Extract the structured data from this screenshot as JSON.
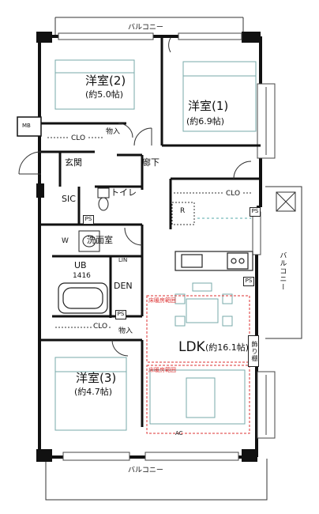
{
  "balconies": {
    "top": "バルコニー",
    "right": "バルコニー",
    "bottom": "バルコニー"
  },
  "rooms": {
    "western2": {
      "name": "洋室(2)",
      "area": "(約5.0帖)"
    },
    "western1": {
      "name": "洋室(1)",
      "area": "(約6.9帖)"
    },
    "western3": {
      "name": "洋室(3)",
      "area": "(約4.7帖)"
    },
    "ldk": {
      "name": "LDK",
      "area": "(約16.1帖)"
    },
    "entrance": "玄関",
    "corridor": "廊下",
    "sic": "SIC",
    "toilet": "トイレ",
    "washroom": "洗面室",
    "den": "DEN",
    "ub": {
      "name": "UB",
      "size": "1416"
    }
  },
  "storage": {
    "clo_top": "CLO",
    "clo_right": "CLO",
    "clo_bottom": "CLO",
    "monoire_top": "物入",
    "monoire_bottom": "物入",
    "lin": "LIN",
    "w": "W",
    "mb": "MB",
    "r": "R",
    "ac": "AC",
    "decor_shelf": "飾り棚"
  },
  "ps_labels": [
    "PS",
    "PS",
    "PS",
    "PS"
  ],
  "heating": {
    "top": "床暖房範囲",
    "bottom": "床暖房範囲"
  }
}
